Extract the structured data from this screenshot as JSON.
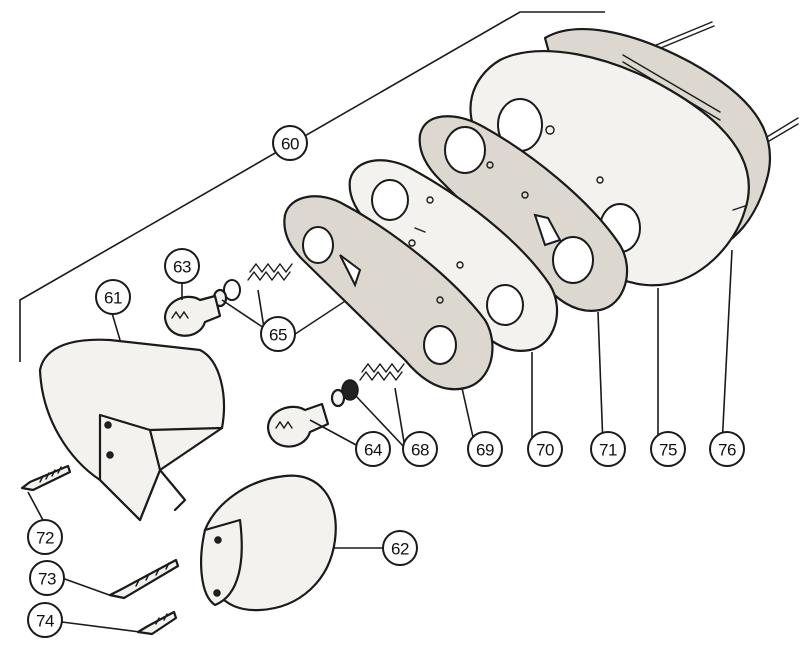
{
  "callouts": {
    "c60": "60",
    "c61": "61",
    "c62": "62",
    "c63": "63",
    "c64": "64",
    "c65": "65",
    "c68": "68",
    "c69": "69",
    "c70": "70",
    "c71": "71",
    "c72": "72",
    "c73": "73",
    "c74": "74",
    "c75": "75",
    "c76": "76"
  }
}
